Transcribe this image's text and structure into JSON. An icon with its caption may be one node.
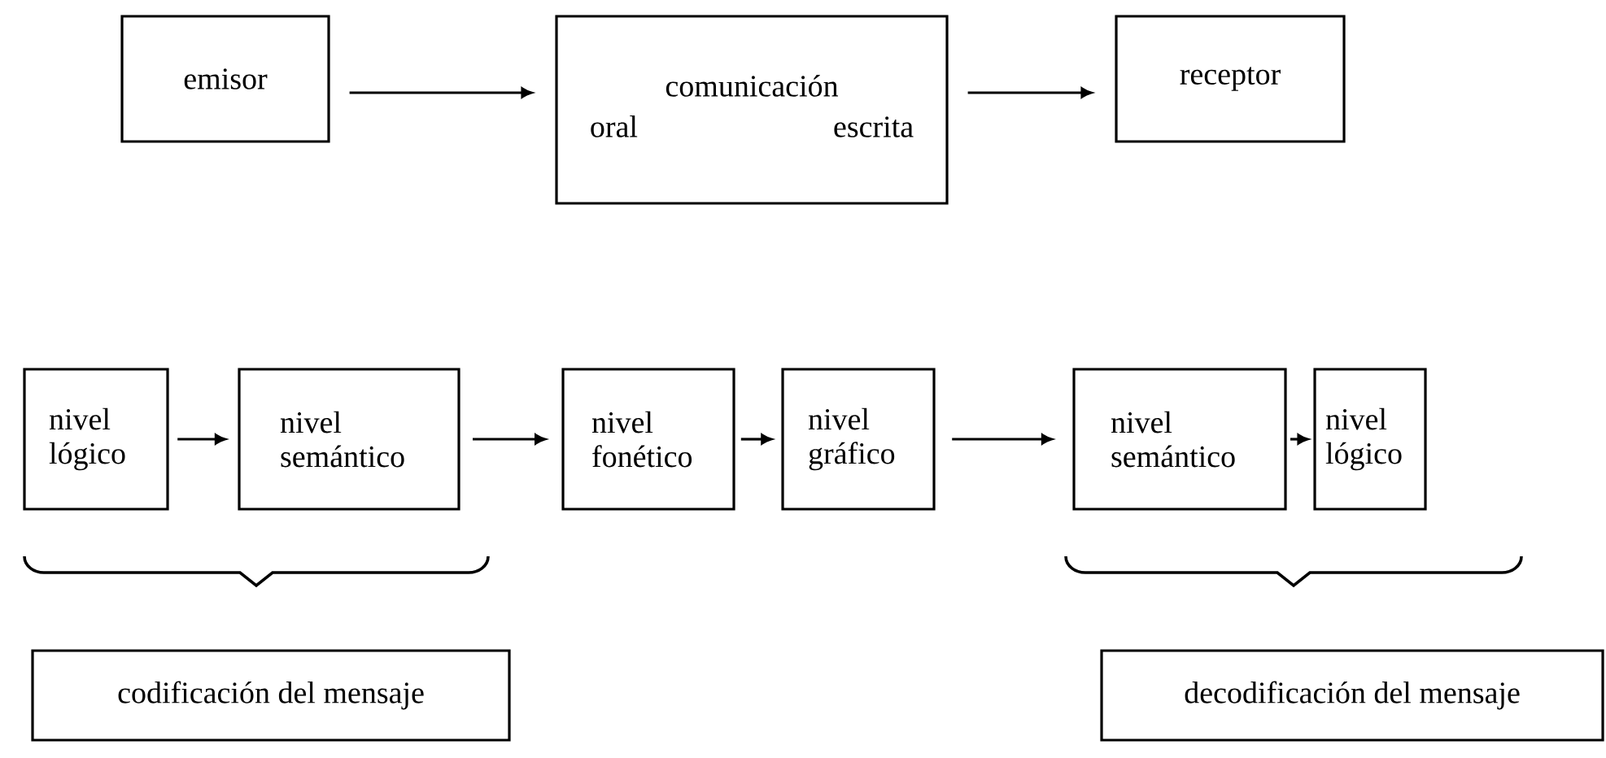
{
  "diagram": {
    "nodes": [
      {
        "text": [
          "emisor"
        ]
      },
      {
        "text": [
          "comunicación",
          "oral",
          "escrita"
        ]
      },
      {
        "text": [
          "receptor"
        ]
      },
      {
        "text": [
          "nivel lógico"
        ]
      },
      {
        "text": [
          "nivel semántico"
        ]
      },
      {
        "text": [
          "nivel fonético"
        ]
      },
      {
        "text": [
          "nivel gráfico"
        ]
      },
      {
        "text": [
          "nivel semántico"
        ]
      },
      {
        "text": [
          "nivel lógico"
        ]
      },
      {
        "text": [
          "codificación del mensaje"
        ]
      },
      {
        "text": [
          "decodificación del mensaje"
        ]
      }
    ],
    "edges": [
      {
        "from": 0,
        "to": 1,
        "arrow": "to"
      },
      {
        "from": 1,
        "to": 2,
        "arrow": "to"
      },
      {
        "from": 3,
        "to": 4,
        "arrow": "to"
      },
      {
        "from": 4,
        "to": 5,
        "arrow": "to"
      },
      {
        "from": 5,
        "to": 6,
        "arrow": "to"
      },
      {
        "from": 6,
        "to": 7,
        "arrow": "to"
      },
      {
        "from": 7,
        "to": 8,
        "arrow": "to"
      }
    ]
  }
}
